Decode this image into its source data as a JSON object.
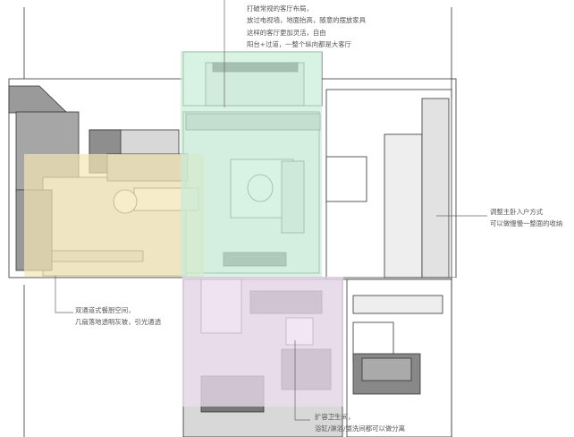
{
  "annotations": {
    "living_room": {
      "lines": [
        "打破常规的客厅布局，",
        "放过电视墙，地面抬高，随意的摆放家具",
        "这样的客厅更加灵活，自由",
        "阳台+过道，一整个纵向都是大客厅"
      ]
    },
    "master_bedroom": {
      "lines": [
        "调整主卧入户方式",
        "可以做慢慢一整面的收纳"
      ]
    },
    "dining_kitchen": {
      "lines": [
        "双通道式餐厨空间，",
        "几扇落地透明灰玻，引光通透"
      ]
    },
    "bathroom": {
      "lines": [
        "扩容卫生间，",
        "浴缸/淋浴/盥洗间都可以做分离"
      ]
    }
  },
  "zone_colors": {
    "dining_kitchen": "#f3e6b4",
    "living_room": "#c8ecd9",
    "bathroom": "#eddcf0",
    "floor_gray": "#8e8e8e",
    "line": "#333333"
  }
}
